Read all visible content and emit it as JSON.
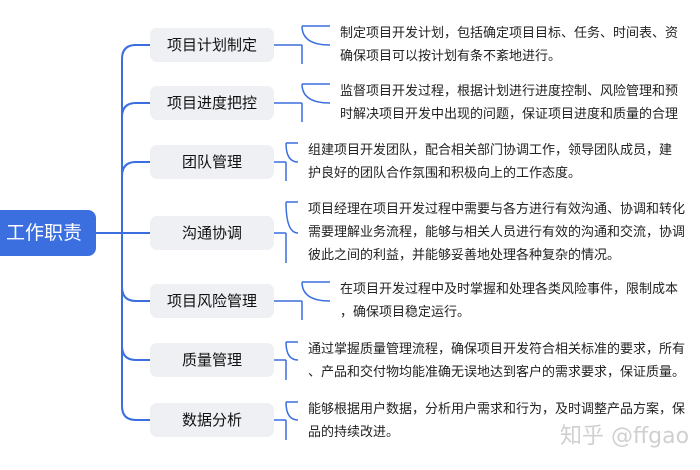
{
  "root": {
    "label": "工作职责"
  },
  "branches": [
    {
      "label": "项目计划制定",
      "lines": [
        "制定项目开发计划，包括确定项目目标、任务、时间表、资",
        "确保项目可以按计划有条不紊地进行。"
      ]
    },
    {
      "label": "项目进度把控",
      "lines": [
        "监督项目开发过程，根据计划进行进度控制、风险管理和预",
        "时解决项目开发中出现的问题，保证项目进度和质量的合理"
      ]
    },
    {
      "label": "团队管理",
      "lines": [
        "组建项目开发团队，配合相关部门协调工作，领导团队成员，建",
        "护良好的团队合作氛围和积极向上的工作态度。"
      ]
    },
    {
      "label": "沟通协调",
      "lines": [
        "项目经理在项目开发过程中需要与各方进行有效沟通、协调和转化",
        "需要理解业务流程，能够与相关人员进行有效的沟通和交流，协调",
        "彼此之间的利益，并能够妥善地处理各种复杂的情况。"
      ]
    },
    {
      "label": "项目风险管理",
      "lines": [
        "在项目开发过程中及时掌握和处理各类风险事件，限制成本",
        "，确保项目稳定运行。"
      ]
    },
    {
      "label": "质量管理",
      "lines": [
        "通过掌握质量管理流程，确保项目开发符合相关标准的要求，所有",
        "、产品和交付物均能准确无误地达到客户的需求要求，保证质量。"
      ]
    },
    {
      "label": "数据分析",
      "lines": [
        "能够根据用户数据，分析用户需求和行为，及时调整产品方案，保",
        "品的持续改进。"
      ]
    }
  ],
  "watermark": "知乎 @ffgao",
  "colors": {
    "root": "#3b6fe0",
    "line": "#3b6fe0",
    "node_bg": "#eef0f4"
  }
}
